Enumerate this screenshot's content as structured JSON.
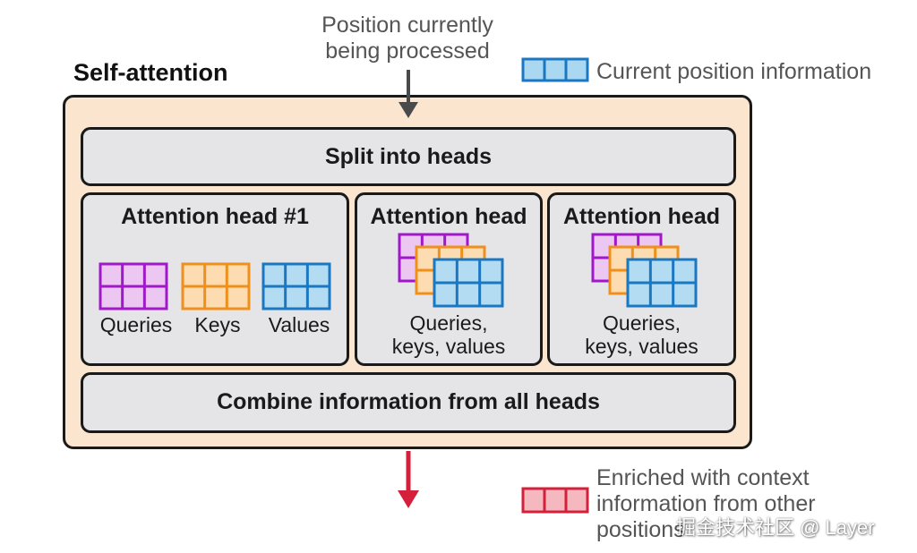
{
  "top_label": {
    "line1": "Position currently",
    "line2": "being processed"
  },
  "title": "Self-attention",
  "legend": {
    "current": {
      "label": "Current position information",
      "color": "#a9d8f0",
      "border": "#1a78c2"
    },
    "enriched": {
      "line1": "Enriched with context",
      "line2": "information from other",
      "line3": "positions",
      "color": "#f5b8bf",
      "border": "#d4203a"
    }
  },
  "split": {
    "label": "Split into heads"
  },
  "combine": {
    "label": "Combine information from all heads"
  },
  "heads": [
    {
      "title": "Attention head #1",
      "queries": "Queries",
      "keys": "Keys",
      "values": "Values"
    },
    {
      "title": "Attention head #2",
      "line1": "Queries,",
      "line2": "keys, values"
    },
    {
      "title": "Attention head #3",
      "line1": "Queries,",
      "line2": "keys, values"
    }
  ],
  "colors": {
    "queries_fill": "#ecc7f2",
    "queries_border": "#a018c8",
    "keys_fill": "#fcdcb0",
    "keys_border": "#f0901c",
    "values_fill": "#b3dcf2",
    "values_border": "#1a78c2",
    "arrow_in": "#4a4a4a",
    "arrow_out": "#d4203a"
  },
  "watermark": "掘金技术社区 @ Layer"
}
